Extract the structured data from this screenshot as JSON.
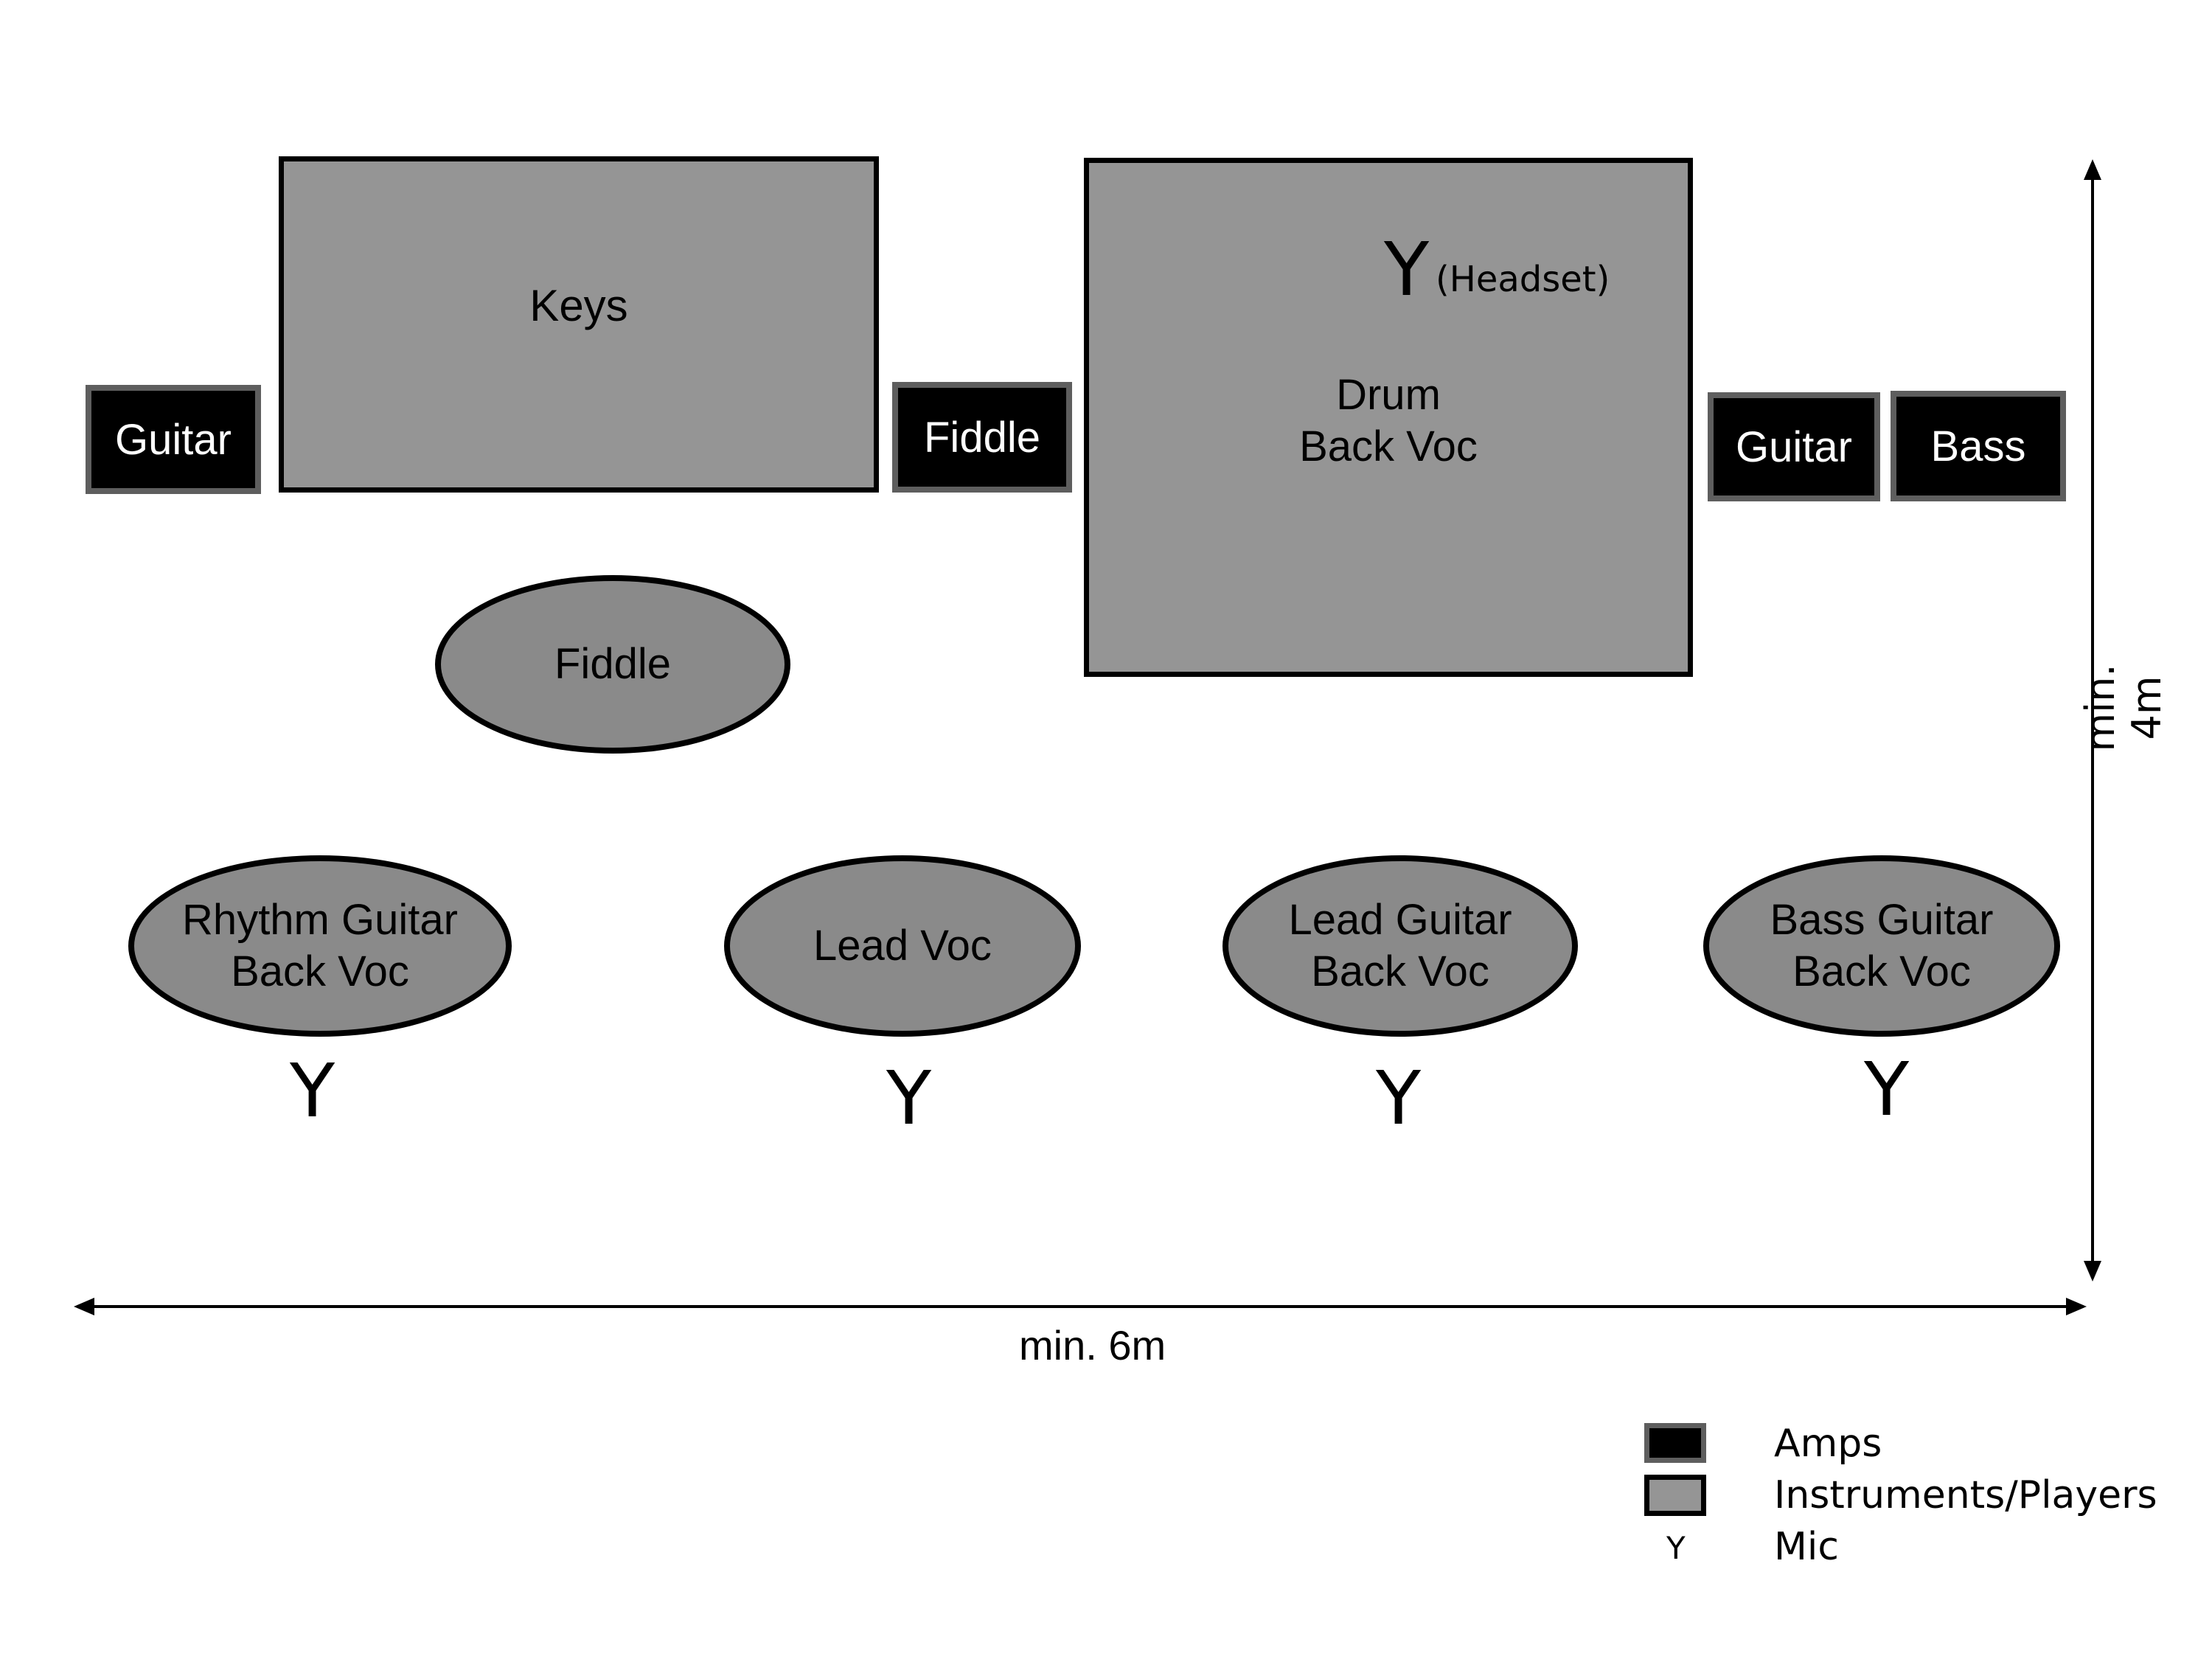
{
  "amps": {
    "guitar_left": "Guitar",
    "fiddle": "Fiddle",
    "guitar_right": "Guitar",
    "bass": "Bass"
  },
  "instruments": {
    "keys": "Keys",
    "drum": {
      "line1": "Drum",
      "line2": "Back Voc"
    },
    "headset_mic": "Y",
    "headset_note": "(Headset)"
  },
  "players": {
    "fiddle": "Fiddle",
    "rhythm_guitar": {
      "line1": "Rhythm Guitar",
      "line2": "Back Voc"
    },
    "lead_voc": "Lead Voc",
    "lead_guitar": {
      "line1": "Lead Guitar",
      "line2": "Back Voc"
    },
    "bass_guitar": {
      "line1": "Bass Guitar",
      "line2": "Back Voc"
    }
  },
  "mics": {
    "symbol": "Y"
  },
  "dimensions": {
    "width_label": "min. 6m",
    "height_label": "min. 4m"
  },
  "legend": {
    "amps": "Amps",
    "instruments": "Instruments/Players",
    "mic_symbol": "Y",
    "mic": "Mic"
  },
  "colors": {
    "amp_fill": "#000000",
    "amp_border": "#5e5e5e",
    "instrument_fill": "#959595",
    "player_fill": "#8a8a8a"
  }
}
